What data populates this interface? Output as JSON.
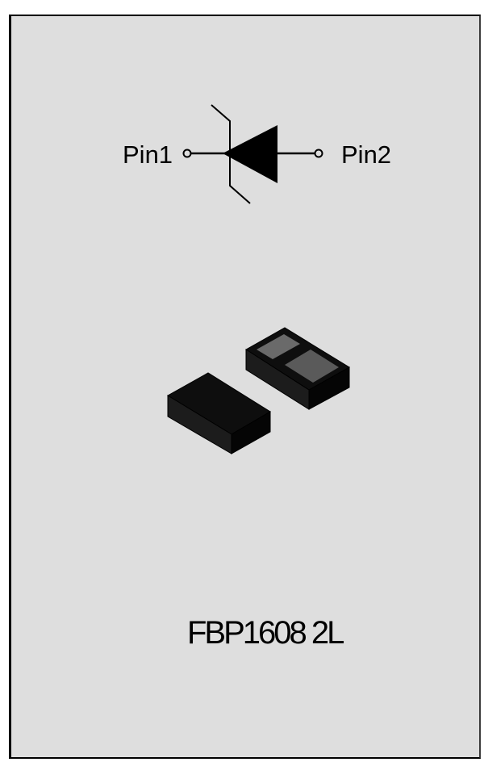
{
  "diagram": {
    "pin1_label": "Pin1",
    "pin2_label": "Pin2",
    "part_number": "FBP1608 2L",
    "symbol_icon": "zener-diode-icon",
    "package_icon": "smd-2-lead-package-icon"
  },
  "colors": {
    "background": "#dedede",
    "ink": "#000000",
    "body_dark": "#111111",
    "pad_grey": "#5a5a5a"
  }
}
